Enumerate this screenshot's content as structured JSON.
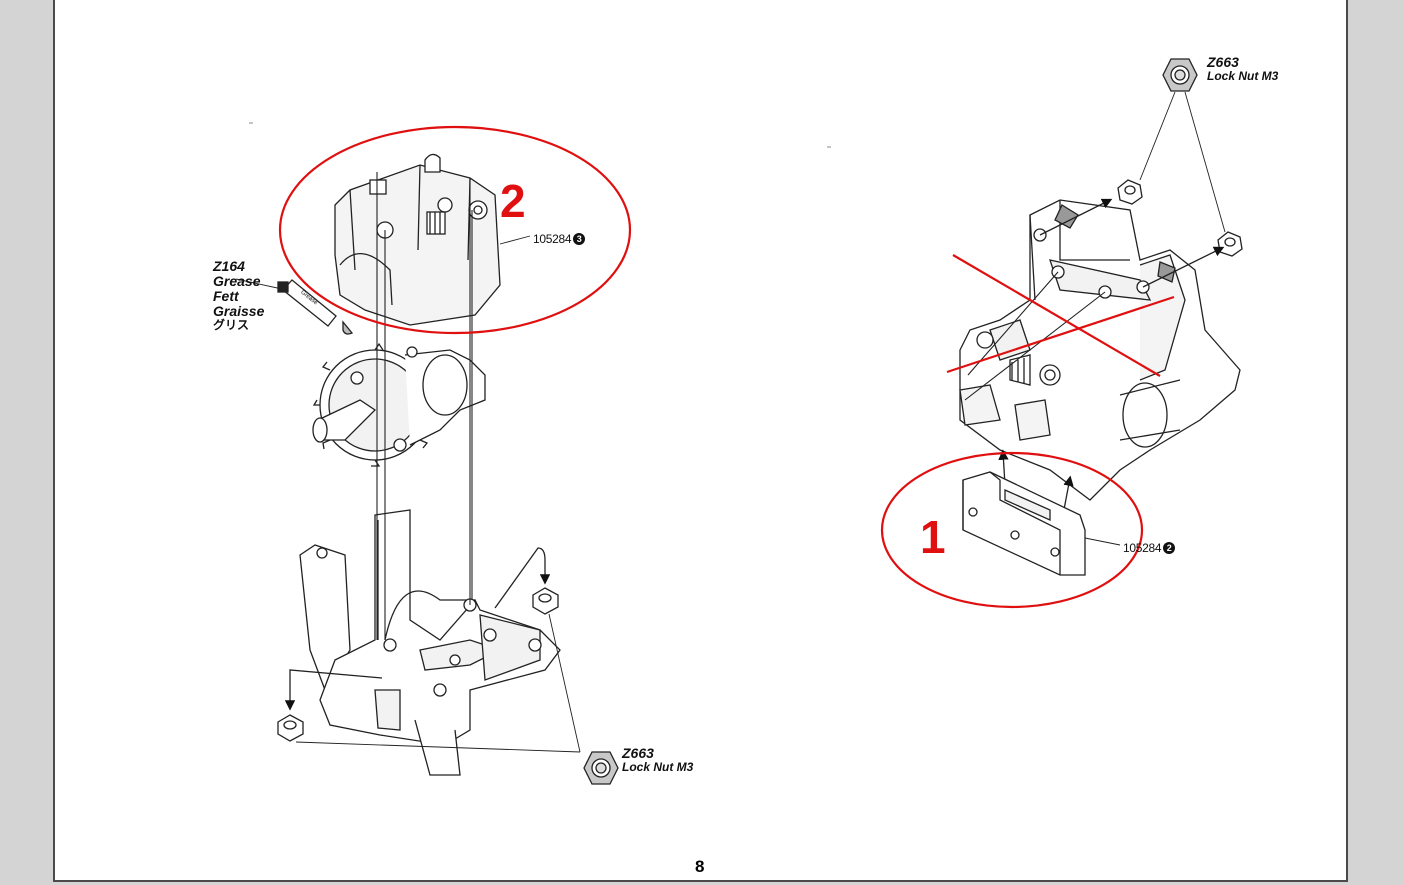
{
  "page_number": "8",
  "steps": {
    "left_step": "2",
    "right_step": "1"
  },
  "left_assembly": {
    "grease": {
      "code": "Z164",
      "names": [
        "Grease",
        "Fett",
        "Graisse",
        "グリス"
      ],
      "tube_text": "Grease"
    },
    "part_ref": {
      "number": "105284",
      "qty": "3"
    },
    "nut": {
      "code": "Z663",
      "name": "Lock Nut M3"
    }
  },
  "right_assembly": {
    "nut": {
      "code": "Z663",
      "name": "Lock Nut M3"
    },
    "part_ref": {
      "number": "105284",
      "qty": "2"
    }
  },
  "colors": {
    "annotation_red": "#e01010",
    "page_background": "#ffffff",
    "viewer_background": "#d4d4d4"
  }
}
